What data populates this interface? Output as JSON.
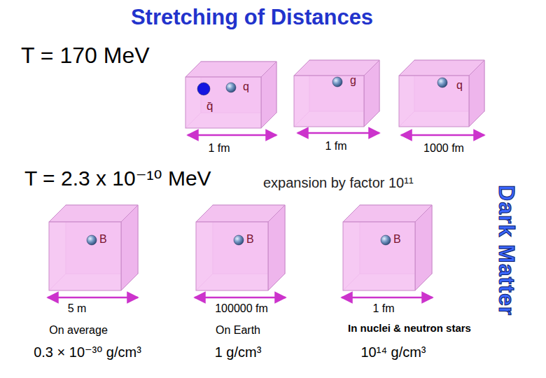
{
  "diagram": {
    "title": "Stretching of Distances",
    "nodes": [
      {
        "text": [
          "q",
          "q̄"
        ]
      },
      {
        "text": [
          "g"
        ]
      },
      {
        "text": [
          "q"
        ]
      },
      {
        "text": [
          "B"
        ]
      },
      {
        "text": [
          "B"
        ]
      },
      {
        "text": [
          "B"
        ]
      }
    ],
    "labels": [
      "T = 170 MeV",
      "1 fm",
      "1 fm",
      "1000 fm",
      "T = 2.3 x 10⁻¹⁰ MeV",
      "expansion by factor 10¹¹",
      "5 m",
      "100000 fm",
      "1 fm",
      "On average",
      "On Earth",
      "In nuclei & neutron stars",
      "0.3 × 10⁻³⁰ g/cm³",
      "1 g/cm³",
      "10¹⁴ g/cm³",
      "Dark Matter"
    ]
  }
}
